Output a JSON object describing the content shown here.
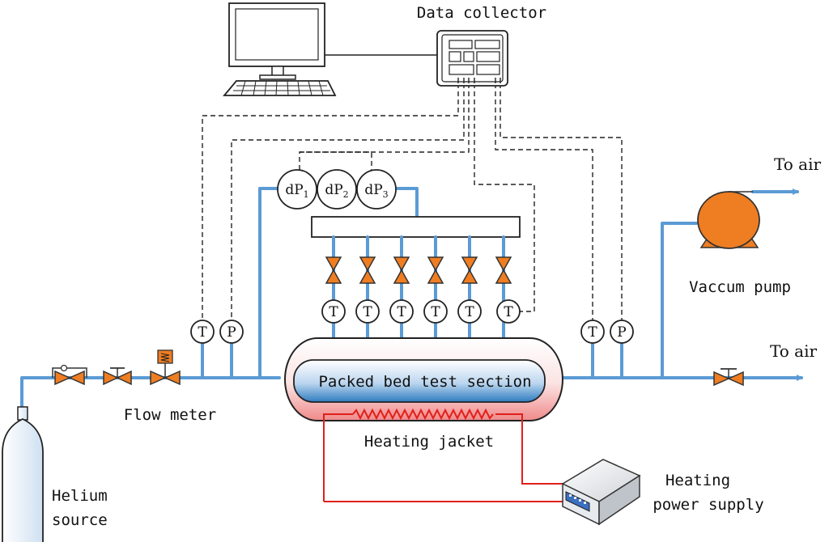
{
  "labels": {
    "data_collector": "Data collector",
    "to_air_top": "To air",
    "to_air_bottom": "To air",
    "vacuum_pump": "Vaccum pump",
    "flow_meter": "Flow meter",
    "test_section": "Packed bed test section",
    "heating_jacket": "Heating jacket",
    "heating_power_supply_line1": "Heating",
    "heating_power_supply_line2": "power supply",
    "helium_source_line1": "Helium",
    "helium_source_line2": "source"
  },
  "gauges": {
    "temperature": "T",
    "pressure": "P",
    "dp_base": "dP",
    "dp_subscripts": [
      "1",
      "2",
      "3"
    ]
  },
  "colors": {
    "pipe": "#5b9bd5",
    "valve": "#ef7d22",
    "heater_wire": "#e0201b",
    "pump": "#ef7d22"
  },
  "icons": [
    "computer-monitor-icon",
    "keyboard-icon",
    "data-logger-icon",
    "gas-cylinder-icon",
    "check-valve-icon",
    "globe-valve-icon",
    "pressure-regulator-icon",
    "vacuum-pump-icon",
    "power-supply-icon"
  ]
}
